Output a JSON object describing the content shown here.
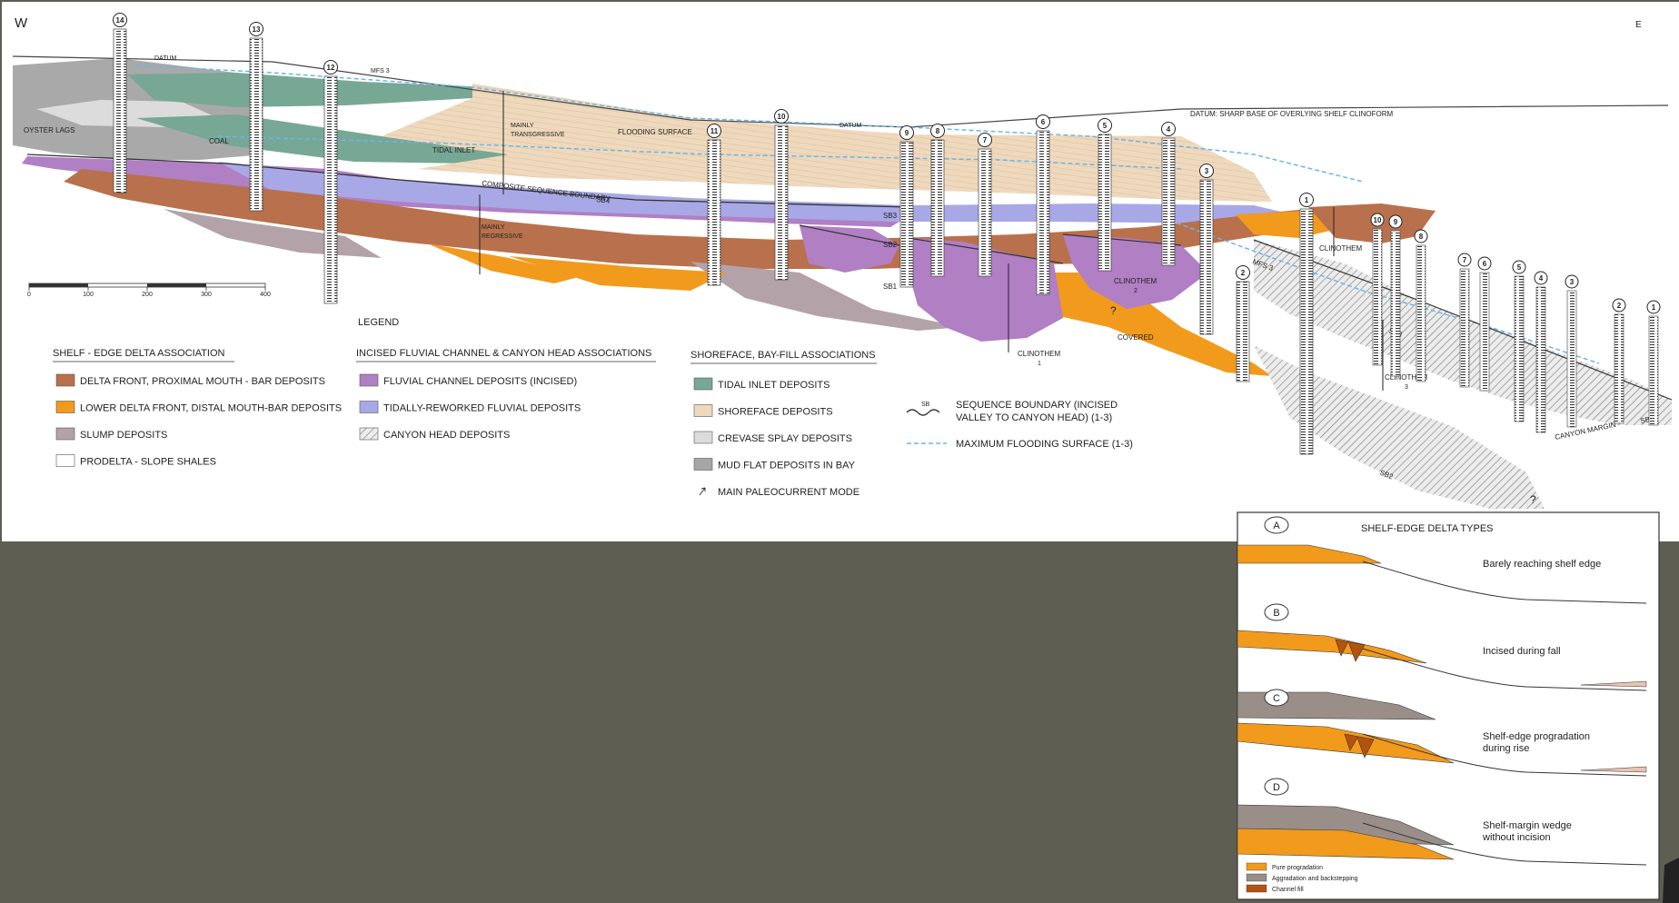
{
  "section": {
    "west": "W",
    "east": "E",
    "wells_main": [
      "14",
      "13",
      "12",
      "11",
      "10",
      "9",
      "8",
      "7",
      "6",
      "5",
      "4",
      "3",
      "2",
      "1"
    ],
    "wells_east": [
      "10",
      "9",
      "8",
      "7",
      "6",
      "5",
      "4",
      "3",
      "2",
      "1"
    ],
    "annotations": {
      "datum_left": "DATUM",
      "mfs3": "MFS 3",
      "mfs3_right": "MFS 3",
      "oyster_lags": "OYSTER LAGS",
      "coal": "COAL",
      "tidal_inlet": "TIDAL INLET",
      "mainly_transgressive_1": "MAINLY",
      "mainly_transgressive_2": "TRANSGRESSIVE",
      "flooding_surface": "FLOODING SURFACE",
      "datum_right": "DATUM: SHARP BASE OF OVERLYING SHELF CLINOFORM",
      "datum_small": "DATUM",
      "composite_sb": "COMPOSITE SEQUENCE BOUNDARY",
      "sb4_left": "SB4",
      "mainly_regressive_1": "MAINLY",
      "mainly_regressive_2": "REGRESSIVE",
      "sb3": "SB3",
      "sb2": "SB2",
      "sb1": "SB1",
      "clinothem_top": "CLINOTHEM",
      "clinothem_2a": "CLINOTHEM",
      "clinothem_2b": "2",
      "clinothem_1a": "CLINOTHEM",
      "clinothem_1b": "1",
      "clinothem_3a": "CLINOTHEM",
      "clinothem_3b": "3",
      "covered": "COVERED",
      "sb3_right": "SB3",
      "sb2_right": "SB2",
      "canyon_margin": "CANYON MARGIN",
      "sb4_right": "SB4",
      "question": "?",
      "sb_symbol": "SB"
    },
    "scale_ticks": [
      "0",
      "100",
      "200",
      "300",
      "400"
    ]
  },
  "legend": {
    "title": "LEGEND",
    "groups": [
      {
        "heading": "SHELF - EDGE DELTA ASSOCIATION",
        "items": [
          {
            "label": "DELTA FRONT, PROXIMAL MOUTH - BAR DEPOSITS",
            "color": "#b8714c"
          },
          {
            "label": "LOWER DELTA FRONT, DISTAL MOUTH-BAR DEPOSITS",
            "color": "#f29a1c"
          },
          {
            "label": "SLUMP DEPOSITS",
            "color": "#b3a2a8"
          },
          {
            "label": "PRODELTA - SLOPE SHALES",
            "color": "#ffffff"
          }
        ]
      },
      {
        "heading": "INCISED FLUVIAL CHANNEL & CANYON HEAD ASSOCIATIONS",
        "items": [
          {
            "label": "FLUVIAL CHANNEL DEPOSITS (INCISED)",
            "color": "#b07fc4"
          },
          {
            "label": "TIDALLY-REWORKED FLUVIAL DEPOSITS",
            "color": "#a9a8e6"
          },
          {
            "label": "CANYON HEAD DEPOSITS",
            "color": "hatch"
          }
        ]
      },
      {
        "heading": "SHOREFACE, BAY-FILL ASSOCIATIONS",
        "items": [
          {
            "label": "TIDAL INLET DEPOSITS",
            "color": "#77a795"
          },
          {
            "label": "SHOREFACE DEPOSITS",
            "color": "#efd9bd"
          },
          {
            "label": "CREVASE SPLAY DEPOSITS",
            "color": "#dcdcdc"
          },
          {
            "label": "MUD FLAT DEPOSITS IN BAY",
            "color": "#a6a6a6"
          },
          {
            "label": "MAIN PALEOCURRENT MODE",
            "color": "arrow"
          }
        ]
      }
    ],
    "lines": [
      {
        "label_1": "SEQUENCE BOUNDARY (INCISED",
        "label_2": "VALLEY TO CANYON HEAD) (1-3)",
        "style": "wavy"
      },
      {
        "label_1": "MAXIMUM FLOODING SURFACE (1-3)",
        "label_2": "",
        "style": "dashed"
      }
    ]
  },
  "inset": {
    "title": "SHELF-EDGE DELTA TYPES",
    "panels": [
      {
        "letter": "A",
        "caption_1": "Barely reaching shelf edge",
        "caption_2": ""
      },
      {
        "letter": "B",
        "caption_1": "Incised during  fall",
        "caption_2": ""
      },
      {
        "letter": "C",
        "caption_1": "Shelf-edge progradation",
        "caption_2": "during rise"
      },
      {
        "letter": "D",
        "caption_1": "Shelf-margin wedge",
        "caption_2": "without incision"
      }
    ],
    "key": [
      {
        "label": "Pure progradation",
        "color": "#f29a1c"
      },
      {
        "label": "Aggradation and backstepping",
        "color": "#9a8f88"
      },
      {
        "label": "Channel fill",
        "color": "#b5530e"
      }
    ]
  }
}
